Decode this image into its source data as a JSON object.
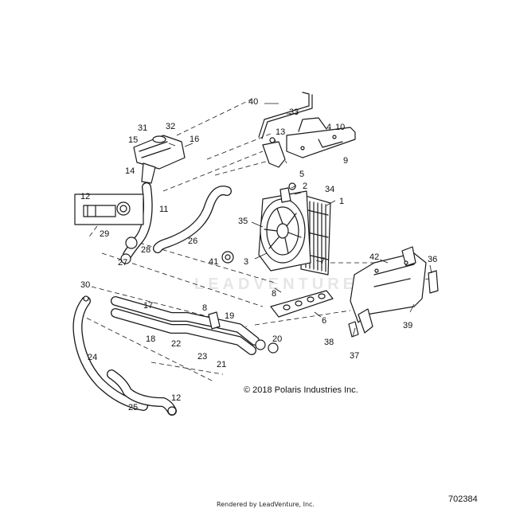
{
  "copyright": "© 2018 Polaris Industries Inc.",
  "drawing_number": "702384",
  "footer": "Rendered by LeadVenture, Inc.",
  "watermark": "LEADVENTURE",
  "callouts": {
    "c1": "1",
    "c2": "2",
    "c3": "3",
    "c4": "4",
    "c5": "5",
    "c6": "6",
    "c7": "7",
    "c8a": "8",
    "c8b": "8",
    "c9": "9",
    "c10": "10",
    "c11": "11",
    "c12a": "12",
    "c12b": "12",
    "c13": "13",
    "c14": "14",
    "c15": "15",
    "c16": "16",
    "c17": "17",
    "c18": "18",
    "c19": "19",
    "c20": "20",
    "c21": "21",
    "c22": "22",
    "c23": "23",
    "c24": "24",
    "c25": "25",
    "c26": "26",
    "c27": "27",
    "c28": "28",
    "c29": "29",
    "c30": "30",
    "c31": "31",
    "c32": "32",
    "c33": "33",
    "c34": "34",
    "c35": "35",
    "c36": "36",
    "c37": "37",
    "c38": "38",
    "c39": "39",
    "c40": "40",
    "c41": "41",
    "c42": "42"
  }
}
